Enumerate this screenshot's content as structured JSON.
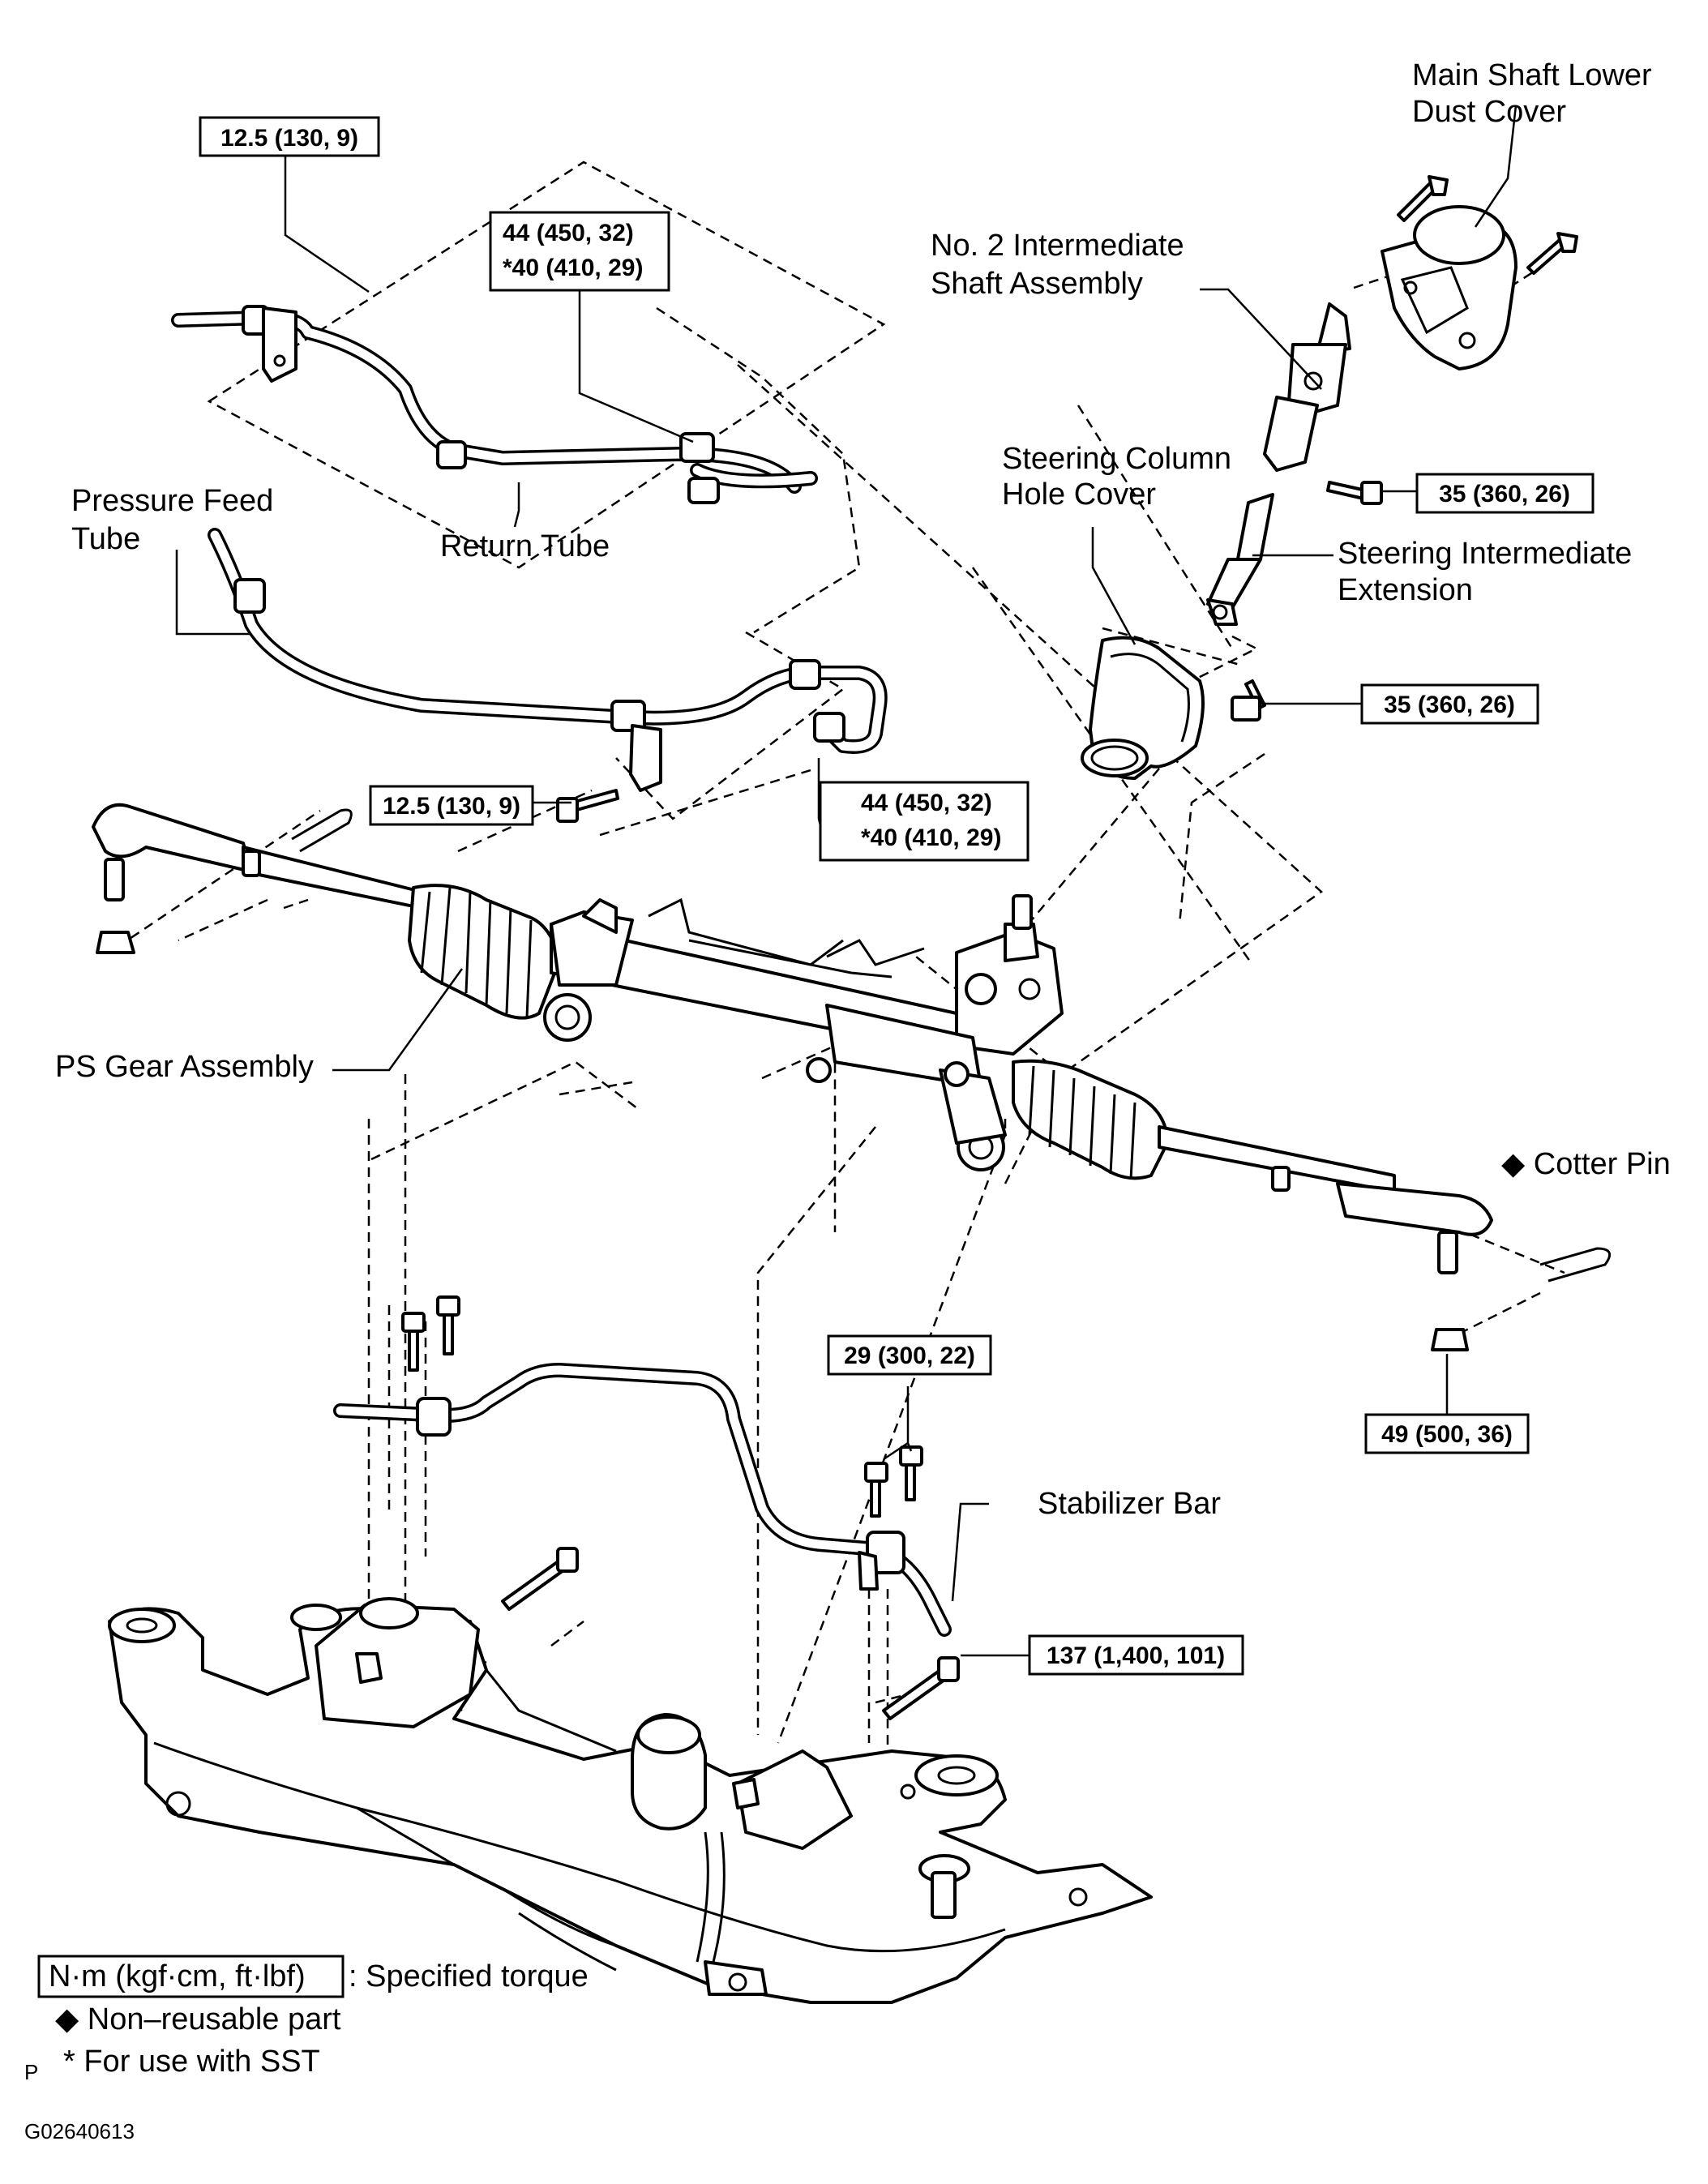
{
  "labels": {
    "main_shaft_lower_dust_cover": [
      "Main Shaft Lower",
      "Dust Cover"
    ],
    "no2_intermediate_shaft": [
      "No. 2 Intermediate",
      "Shaft Assembly"
    ],
    "steering_column_hole_cover": [
      "Steering Column",
      "Hole Cover"
    ],
    "steering_intermediate_extension": [
      "Steering Intermediate",
      "Extension"
    ],
    "pressure_feed_tube": [
      "Pressure Feed",
      "Tube"
    ],
    "return_tube": "Return Tube",
    "ps_gear_assembly": "PS Gear Assembly",
    "cotter_pin": "◆ Cotter Pin",
    "stabilizer_bar": "Stabilizer Bar"
  },
  "torques": {
    "return_tube_bolt": "12.5 (130, 9)",
    "return_tube_union": [
      "44 (450, 32)",
      "*40 (410, 29)"
    ],
    "intermediate_shaft_bolt": "35 (360, 26)",
    "extension_bolt": "35 (360, 26)",
    "feed_tube_clamp_bolt": "12.5 (130, 9)",
    "feed_tube_union": [
      "44 (450, 32)",
      "*40 (410, 29)"
    ],
    "stabilizer_bracket_bolts": "29 (300, 22)",
    "tie_rod_nut": "49 (500, 36)",
    "gear_mount_bolt": "137 (1,400, 101)"
  },
  "legend": {
    "unit_box": "N·m (kgf·cm, ft·lbf)",
    "specified_torque": ": Specified torque",
    "non_reusable": "◆ Non–reusable part",
    "sst_marker": "P",
    "sst_note": "* For use with SST"
  },
  "figure_code": "G02640613"
}
